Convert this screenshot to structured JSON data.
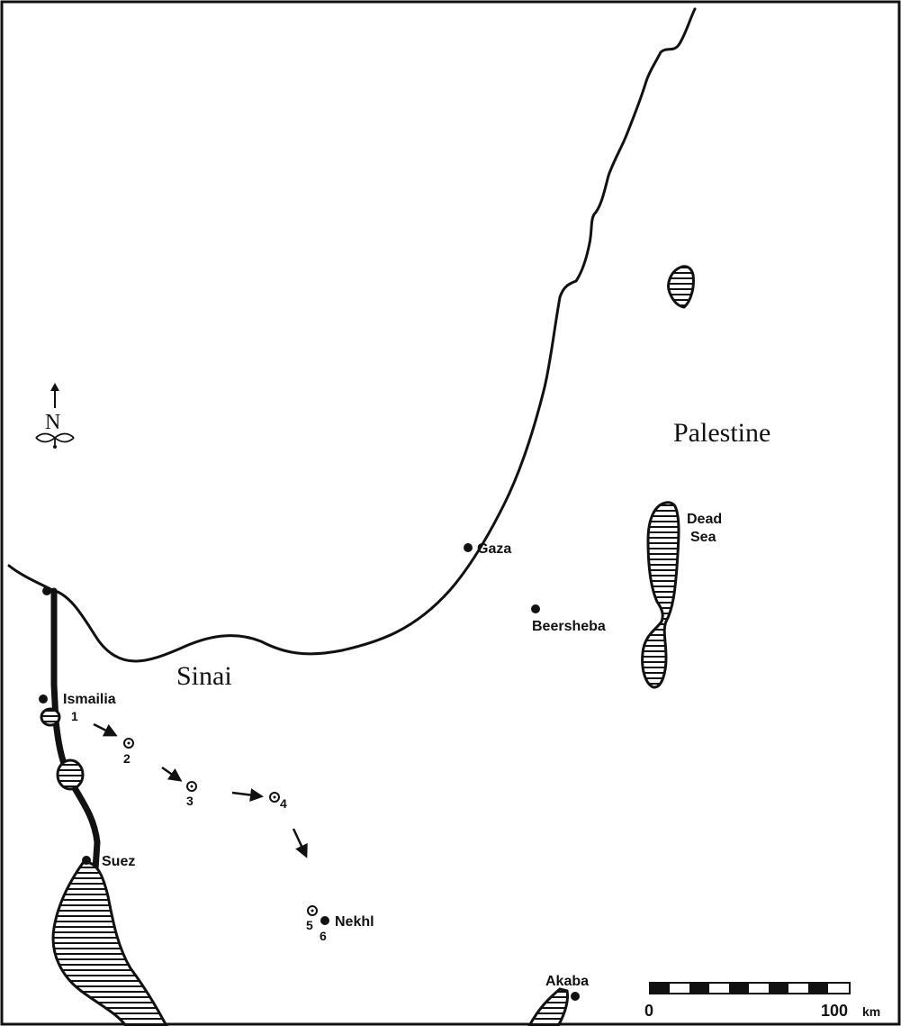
{
  "regions": {
    "palestine": "Palestine",
    "sinai": "Sinai"
  },
  "places": {
    "gaza": "Gaza",
    "beersheba": "Beersheba",
    "dead_sea_line1": "Dead",
    "dead_sea_line2": "Sea",
    "ismailia": "Ismailia",
    "suez": "Suez",
    "nekhl": "Nekhl",
    "akaba": "Akaba"
  },
  "route_stops": [
    "1",
    "2",
    "3",
    "4",
    "5",
    "6"
  ],
  "north_arrow": {
    "letter": "N"
  },
  "scale_bar": {
    "start_label": "0",
    "end_value": "100",
    "end_unit": "km"
  },
  "colors": {
    "ink": "#111111",
    "paper": "#ffffff"
  }
}
